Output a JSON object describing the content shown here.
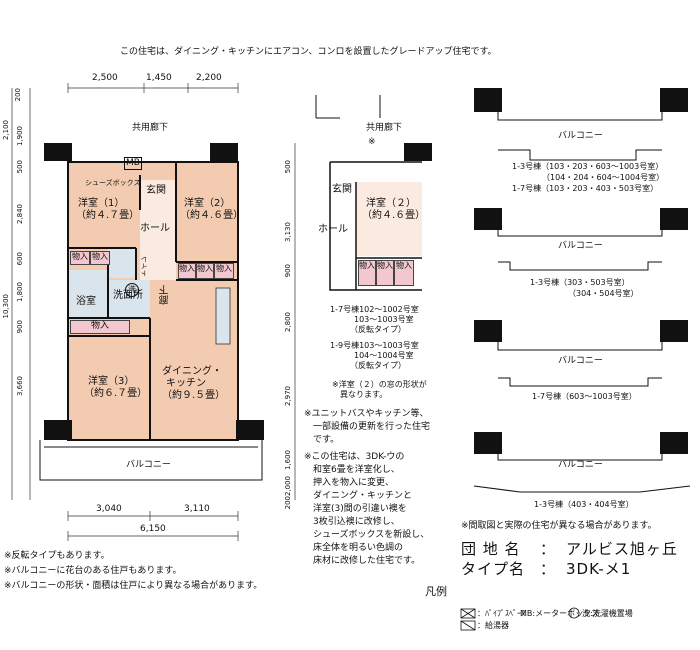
{
  "header_note": "この住宅は、ダイニング・キッチンにエアコン、コンロを設置したグレードアップ住宅です。",
  "plan": {
    "top_dims": [
      "2,500",
      "1,450",
      "2,200"
    ],
    "bottom_dims": [
      "3,040",
      "3,110"
    ],
    "bottom_total": "6,150",
    "left_dims": [
      "200",
      "2,100",
      "1,900",
      "500",
      "2,840",
      "600",
      "1,800",
      "900",
      "3,660"
    ],
    "left_total": "10,300",
    "right_dims": [
      "500",
      "3,130",
      "900",
      "2,800",
      "2,970",
      "1,600",
      "2,000",
      "200"
    ],
    "corridor": "共用廊下",
    "balcony": "バルコニー",
    "shoes_box": "シューズボックス",
    "mb": "MB",
    "rooms": {
      "yoshitsu1": [
        "洋室（1）",
        "（約４.７畳）"
      ],
      "yoshitsu2": [
        "洋室（2）",
        "（約４.６畳）"
      ],
      "yoshitsu3": [
        "洋室（3）",
        "（約６.７畳）"
      ],
      "dk": [
        "ダイニング・",
        "キッチン",
        "（約９.５畳）"
      ],
      "genkan": "玄関",
      "hall": "ホール",
      "toilet": "トイレ",
      "rouka": "廊下",
      "yokushitsu": "浴室",
      "senmenjo": "洗面所",
      "storage": "物入",
      "washer": "洗"
    }
  },
  "reverse": {
    "corridor": "共用廊下",
    "mark": "※",
    "genkan": "玄関",
    "hall": "ホール",
    "room": [
      "洋室（２）",
      "（約４.６畳）"
    ],
    "storage": "物入",
    "lines": [
      "1-7号棟102～1002号室",
      "　　　103～1003号室",
      "　　　（反転タイプ）",
      "1-9号棟103～1003号室",
      "　　　104～1004号室",
      "　　　（反転タイプ）"
    ],
    "window_note": [
      "※洋室（２）の窓の形状が",
      "　異なります。"
    ]
  },
  "notes_mid": [
    "※ユニットバスやキッチン等、",
    "　一部設備の更新を行った住宅",
    "　です。",
    "※この住宅は、3DK-ウの",
    "　和室6畳を洋室化し、",
    "　押入を物入に変更、",
    "　ダイニング・キッチンと",
    "　洋室(3)間の引違い襖を",
    "　3枚引込襖に改修し、",
    "　シューズボックスを新設し、",
    "　床全体を明るい色調の",
    "　床材に改修した住宅です。"
  ],
  "balconies": [
    {
      "label": "バルコニー",
      "captions": [
        "1-3号棟（103・203・603～1003号室）",
        "（104・204・604～1004号室）",
        "1-7号棟（103・203・403・503号室）"
      ]
    },
    {
      "label": "バルコニー",
      "captions": [
        "1-3号棟（303・503号室）",
        "（304・504号室）"
      ]
    },
    {
      "label": "バルコニー",
      "captions": [
        "1-7号棟（603～1003号室）"
      ]
    },
    {
      "label": "バルコニー",
      "captions": [
        "1-3号棟（403・404号室）"
      ]
    }
  ],
  "right_note": "※間取図と実際の住宅が異なる場合があります。",
  "estate": {
    "label": "団 地 名",
    "colon": "：",
    "value": "アルビス旭ヶ丘"
  },
  "type": {
    "label": "タイプ名",
    "colon": "：",
    "value": "3DK-メ1"
  },
  "footer_notes": [
    "※反転タイプもあります。",
    "※バルコニーに花台のある住戸もあります。",
    "※バルコニーの形状・面積は住戸により異なる場合があります。"
  ],
  "legend": {
    "title": "凡例",
    "items": [
      "：ﾊﾟｲﾌﾟｽﾍﾟｰｽ",
      "MB:メーターボックス",
      "洗:洗濯機置場",
      "：給湯器"
    ]
  },
  "colors": {
    "floor": "#f3cbb0",
    "wet": "#d9e4ec",
    "storage": "#f2c7cf",
    "wall": "#111111"
  }
}
